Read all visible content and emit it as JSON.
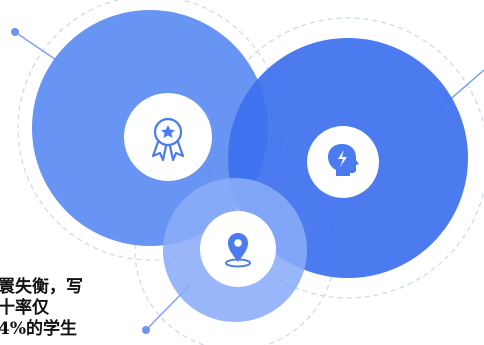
{
  "colors": {
    "circle_left": "#5d8cf2",
    "circle_right": "#3d71ee",
    "circle_bottom": "#8aacf8",
    "icon_badge": "#ffffff",
    "icon_fill": "#4a7bef",
    "dashed_ring": "#c9d7f5",
    "connector_line": "#7fa2f2"
  },
  "icons": {
    "left": "award-badge-icon",
    "right": "head-lightning-icon",
    "bottom": "location-pin-icon"
  },
  "caption_lines": [
    "瞏失衡，写",
    "十率仅",
    "4%的学生"
  ]
}
